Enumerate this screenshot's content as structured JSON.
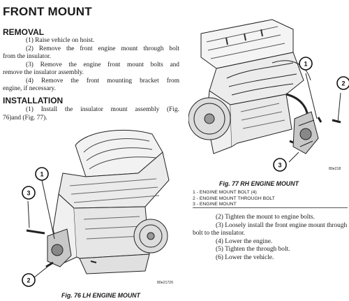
{
  "title": "FRONT MOUNT",
  "removal": {
    "heading": "REMOVAL",
    "steps": [
      [
        "(1) Raise vehicle on hoist."
      ],
      [
        "(2) Remove the front engine mount through bolt",
        "from the insulator."
      ],
      [
        "(3) Remove the engine front mount bolts and",
        "remove the insulator assembly."
      ],
      [
        "(4) Remove the front mounting bracket from",
        "engine, if necessary."
      ]
    ]
  },
  "installation": {
    "heading": "INSTALLATION",
    "steps": [
      [
        "(1) Install the insulator mount assembly (Fig.",
        "76)and (Fig. 77)."
      ]
    ],
    "steps_cont": [
      [
        "(2) Tighten the mount to engine bolts."
      ],
      [
        "(3) Loosely install the front engine mount through",
        "bolt to the insulator."
      ],
      [
        "(4) Lower the engine."
      ],
      [
        "(5) Tighten the through bolt."
      ],
      [
        "(6) Lower the vehicle."
      ]
    ]
  },
  "figures": {
    "fig77": {
      "caption": "Fig. 77 RH ENGINE MOUNT",
      "code": "80e218",
      "legend": [
        "1 - ENGINE MOUNT BOLT (4)",
        "2 - ENGINE MOUNT THROUGH BOLT",
        "3 - ENGINE MOUNT"
      ],
      "callouts": [
        "1",
        "2",
        "3"
      ]
    },
    "fig76": {
      "caption": "Fig. 76 LH ENGINE MOUNT",
      "code": "80e21720",
      "callouts": [
        "1",
        "2",
        "3"
      ]
    }
  }
}
